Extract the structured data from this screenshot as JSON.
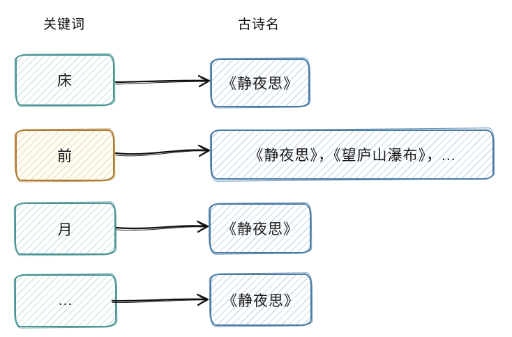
{
  "headers": {
    "left": "关键词",
    "right": "古诗名"
  },
  "colors": {
    "teal_stroke": "#4c9596",
    "teal_hatch": "#cde5e4",
    "blue_stroke": "#4a7ca6",
    "blue_hatch": "#c9daeb",
    "orange_stroke": "#b07c35",
    "orange_hatch": "#eedfc4",
    "orange_bg": "#fffcf4",
    "arrow": "#111111",
    "text": "#1a1a1a"
  },
  "rows": [
    {
      "keyword": "床",
      "poems": "《静夜思》",
      "highlighted": false
    },
    {
      "keyword": "前",
      "poems": "《静夜思》，《望庐山瀑布》，...",
      "highlighted": true
    },
    {
      "keyword": "月",
      "poems": "《静夜思》",
      "highlighted": false
    },
    {
      "keyword": "...",
      "poems": "《静夜思》",
      "highlighted": false
    }
  ]
}
